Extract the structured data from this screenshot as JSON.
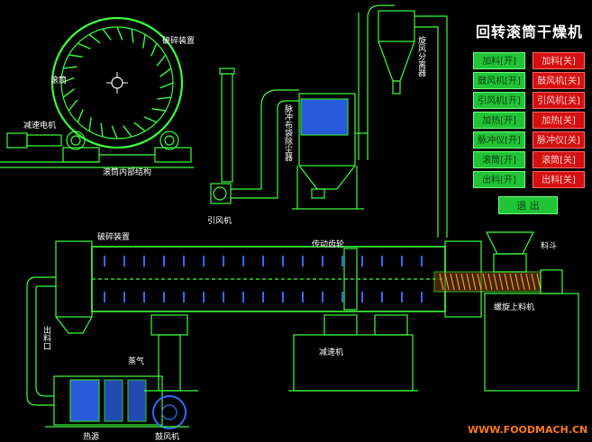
{
  "title": "回转滚筒干燥机",
  "controls": {
    "start_buttons": [
      {
        "label": "加料[开]"
      },
      {
        "label": "鼓风机[开]"
      },
      {
        "label": "引风机[开]"
      },
      {
        "label": "加热[开]"
      },
      {
        "label": "脉冲仪[开]"
      },
      {
        "label": "滚筒[开]"
      },
      {
        "label": "出料[开]"
      }
    ],
    "stop_buttons": [
      {
        "label": "加料[关]"
      },
      {
        "label": "鼓风机[关]"
      },
      {
        "label": "引风机[关]"
      },
      {
        "label": "加热[关]"
      },
      {
        "label": "脉冲仪[关]"
      },
      {
        "label": "滚筒[关]"
      },
      {
        "label": "出料[关]"
      }
    ],
    "exit_label": "退 出"
  },
  "labels": {
    "crusher_top": "破碎装置",
    "drum": "滚筒",
    "reducer_motor": "减速电机",
    "drum_inner": "滚筒内部结构",
    "id_fan": "引风机",
    "pulse_bag": "脉冲布袋除尘器",
    "cyclone": "旋风分离器",
    "crusher_main": "破碎装置",
    "gear": "传动齿轮",
    "hopper": "料斗",
    "outlet": "出料口",
    "reducer": "减速机",
    "screw_feeder": "螺旋上料机",
    "steam": "蒸气",
    "heat_source": "热源",
    "blower": "鼓风机"
  },
  "watermark": "WWW.FOODMACH.CN",
  "colors": {
    "line": "#3cff3c",
    "accent_blue": "#2f6bff",
    "on": "#22c437",
    "off": "#d41010",
    "watermark": "#ff7a1e"
  }
}
